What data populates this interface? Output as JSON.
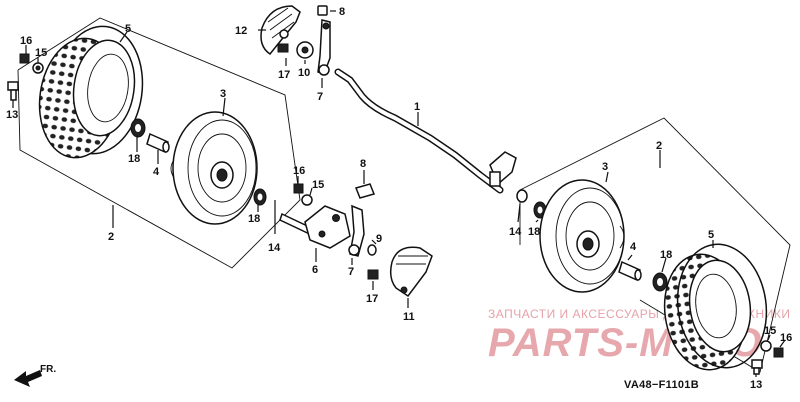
{
  "diagram": {
    "callouts": {
      "l_16": "16",
      "l_15": "15",
      "l_13": "13",
      "l_5": "5",
      "l_3": "3",
      "l_18": "18",
      "l_4": "4",
      "l_2": "2",
      "l_12": "12",
      "l_8": "8",
      "l_17": "17",
      "l_10": "10",
      "l_7": "7",
      "l_1": "1",
      "m_16": "16",
      "m_15": "15",
      "m_8": "8",
      "m_18": "18",
      "m_14": "14",
      "m_9": "9",
      "m_6": "6",
      "m_7": "7",
      "m_17": "17",
      "m_11": "11",
      "r_3": "3",
      "r_2": "2",
      "r_14": "14",
      "r_18a": "18",
      "r_4": "4",
      "r_18b": "18",
      "r_5": "5",
      "r_15": "15",
      "r_16": "16",
      "r_13": "13"
    },
    "diagram_code": "VA48−F1101B",
    "direction_label": "FR.",
    "watermark_top": "ЗАПЧАСТИ И АКСЕССУАРЫ ДЛЯ МОТОТЕХНИКИ",
    "watermark_logo": "PARTS-MOTO",
    "colors": {
      "line": "#111111",
      "watermark": "#e6a3a8",
      "background": "#ffffff"
    }
  }
}
